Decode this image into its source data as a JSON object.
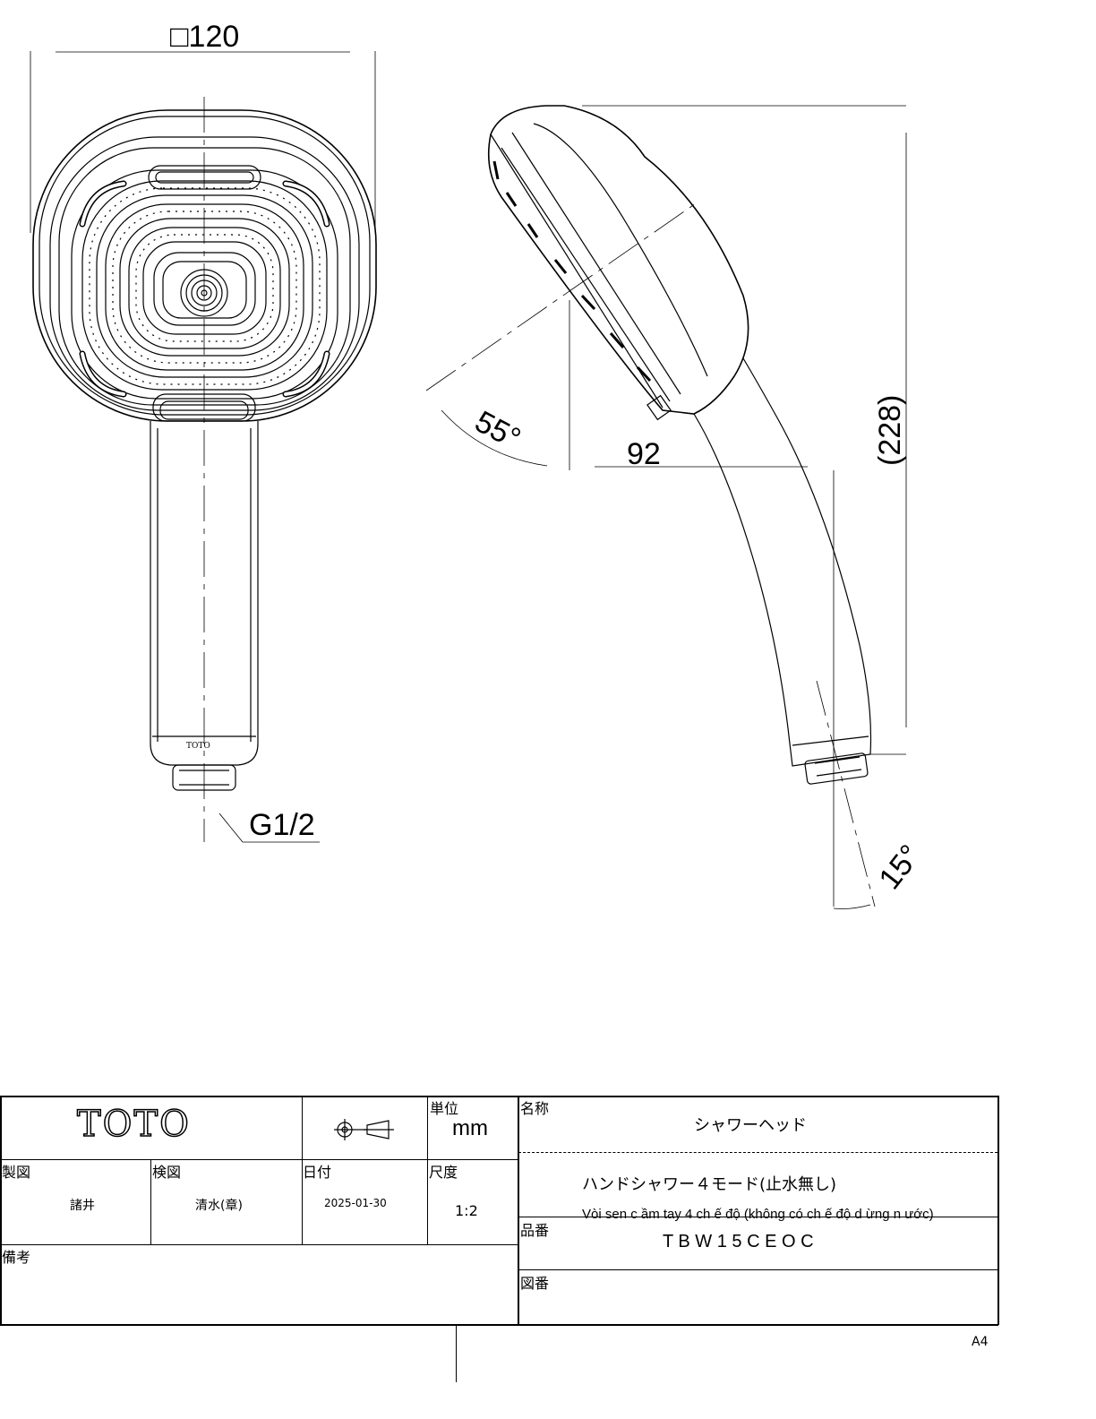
{
  "dimensions": {
    "width": "□120",
    "height": "(228)",
    "depth": "92",
    "head_angle": "55°",
    "hose_angle": "15°",
    "thread": "G1/2"
  },
  "product_marking": "TOTO",
  "title_block": {
    "logo": "TOTO",
    "unit_label": "単位",
    "unit_value": "mm",
    "name_label": "名称",
    "name_value": "シャワーヘッド",
    "drawn_label": "製図",
    "drawn_value": "諸井",
    "checked_label": "検図",
    "checked_value": "清水(章)",
    "date_label": "日付",
    "date_value": "2025-01-30",
    "scale_label": "尺度",
    "scale_value": "1:2",
    "description_jp": "ハンドシャワー４モード(止水無し)",
    "description_vn": "Vòi sen c    ầm tay 4 ch     ế độ (không có ch       ế độ d ừng n  ước)",
    "part_no_label": "品番",
    "part_no_value": "T B W 1 5 C E O C",
    "notes_label": "備考",
    "drawing_no_label": "図番",
    "paper_size": "A4"
  }
}
